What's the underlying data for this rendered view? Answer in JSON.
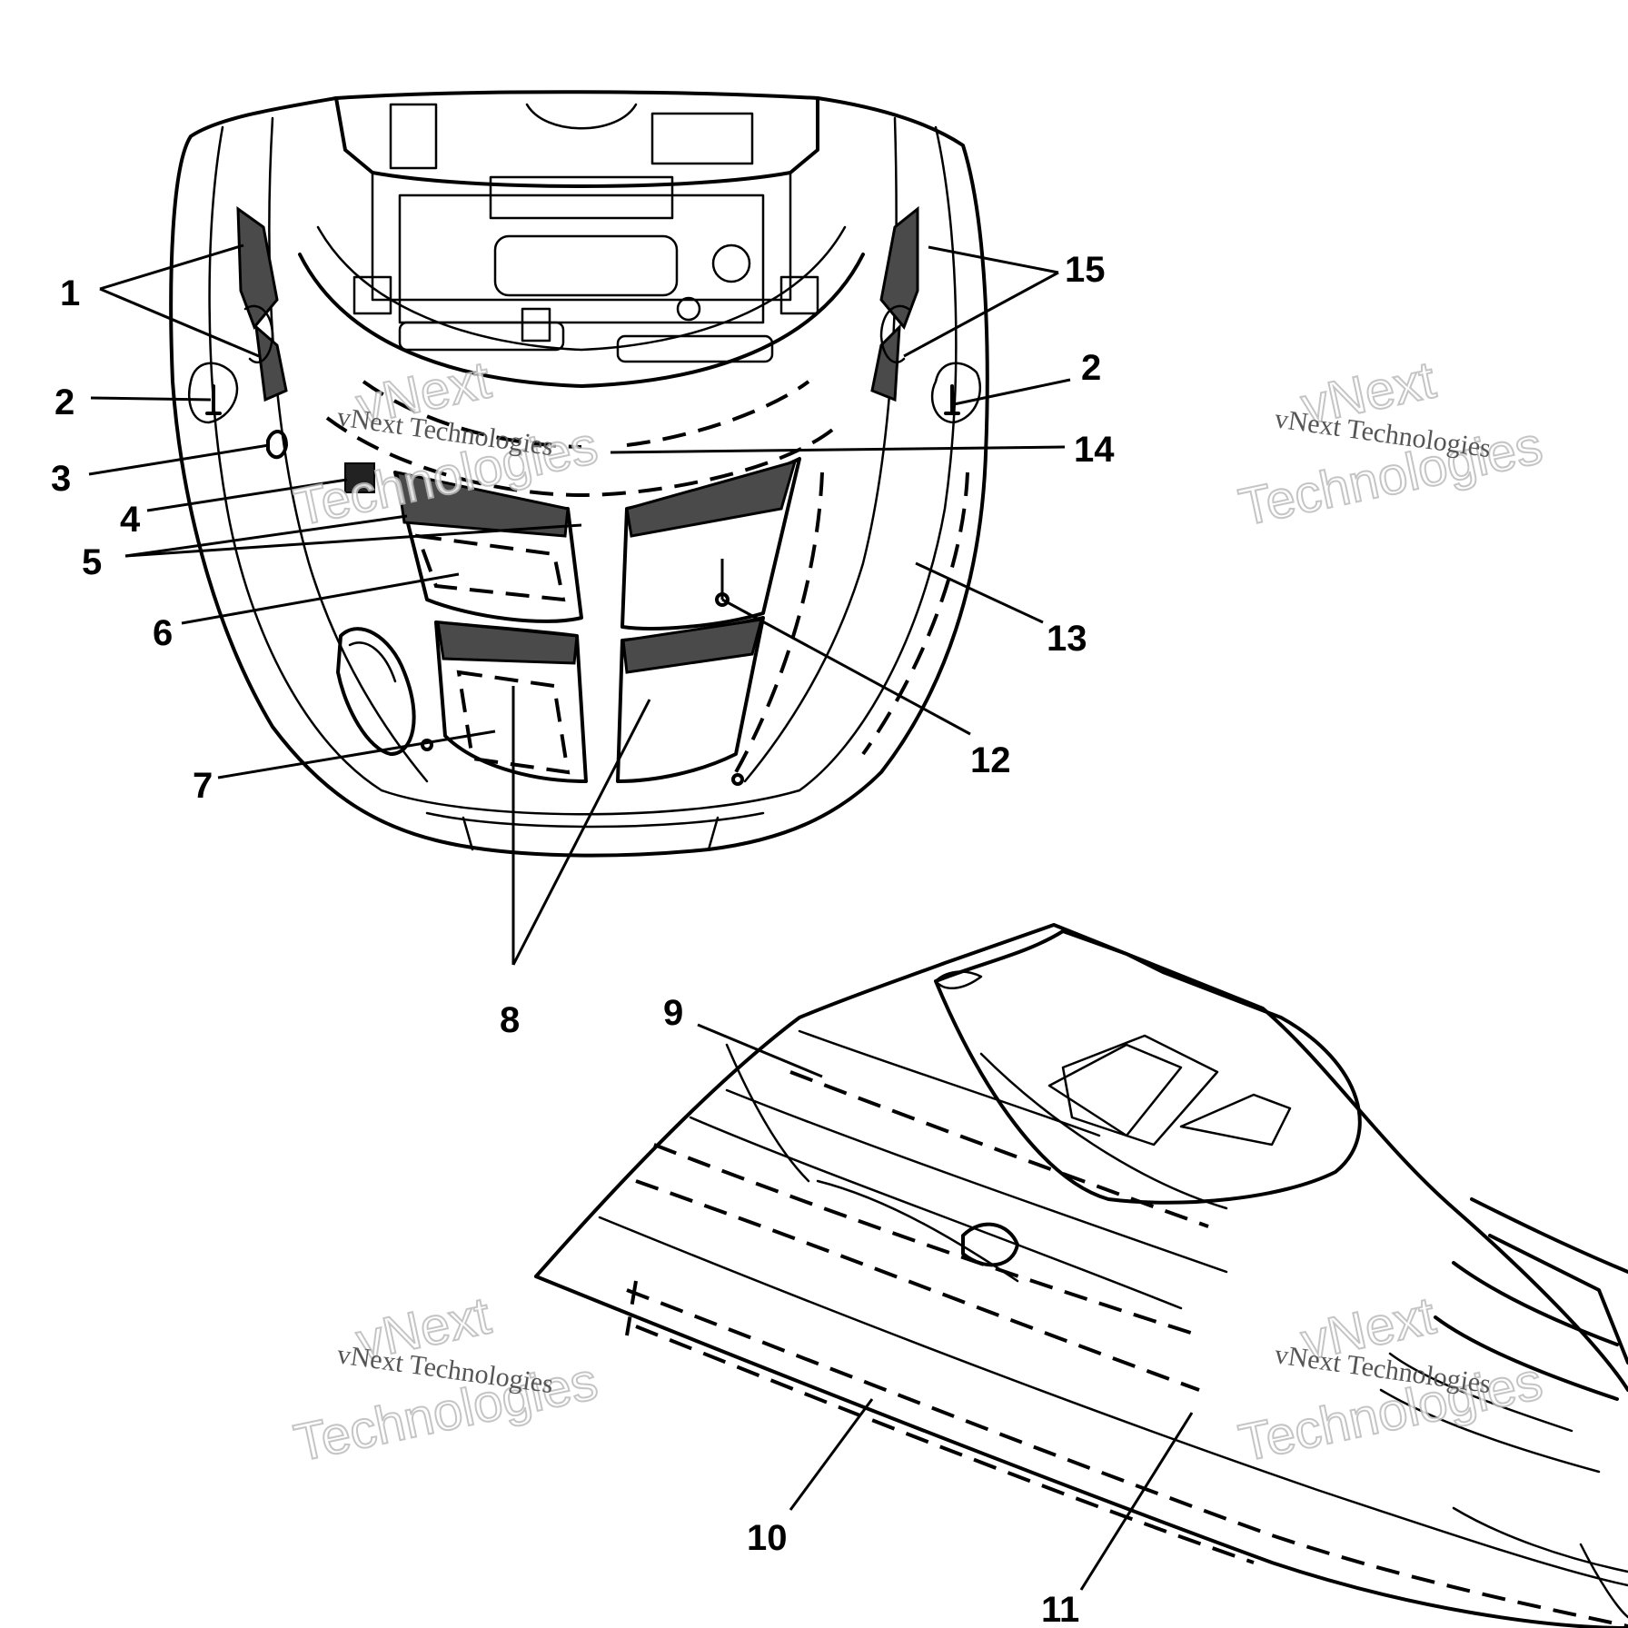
{
  "watermark": {
    "line1": "vNext",
    "line2": "Technologies",
    "caption": "vNext Technologies"
  },
  "callouts": {
    "c1": "1",
    "c2a": "2",
    "c2b": "2",
    "c3": "3",
    "c4": "4",
    "c5": "5",
    "c6": "6",
    "c7": "7",
    "c8": "8",
    "c9": "9",
    "c10": "10",
    "c11": "11",
    "c12": "12",
    "c13": "13",
    "c14": "14",
    "c15": "15"
  }
}
